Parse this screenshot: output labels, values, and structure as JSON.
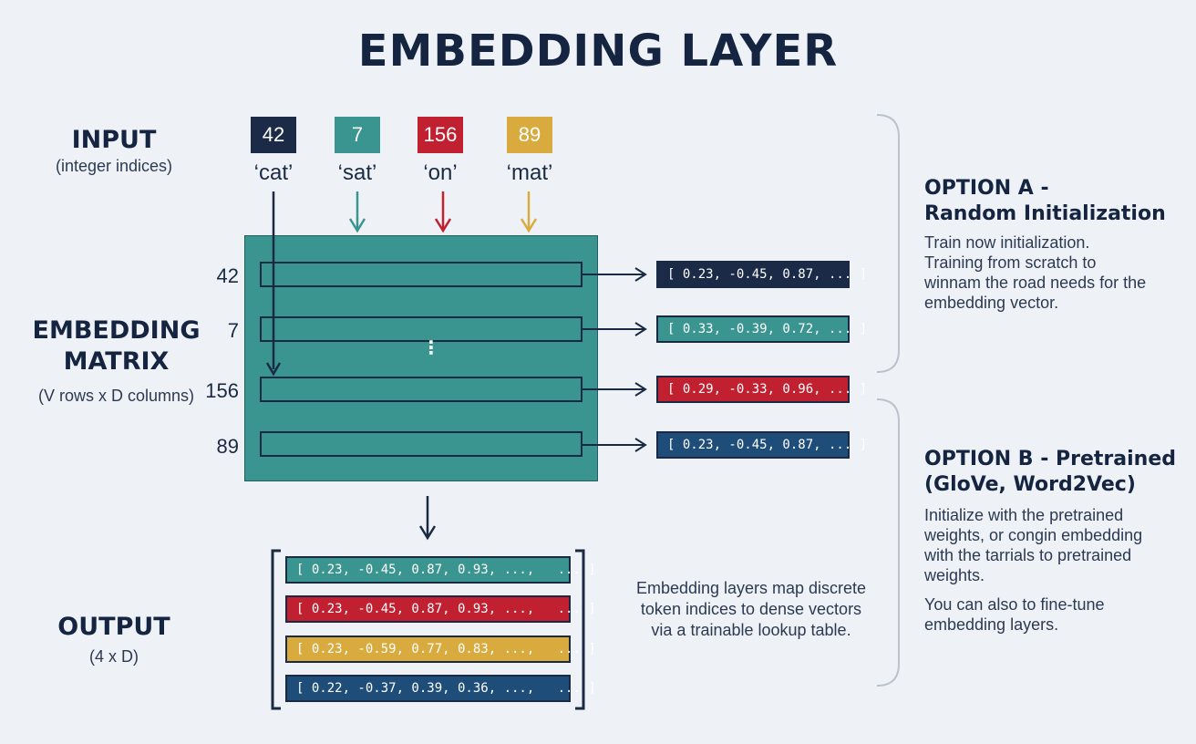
{
  "title": "EMBEDDING LAYER",
  "input": {
    "title": "INPUT",
    "subtitle": "(integer indices)",
    "tokens": [
      {
        "index": "42",
        "word": "‘cat’",
        "color": "#1b2a47"
      },
      {
        "index": "7",
        "word": "‘sat’",
        "color": "#3a9590"
      },
      {
        "index": "156",
        "word": "‘on’",
        "color": "#c0202f"
      },
      {
        "index": "89",
        "word": "‘mat’",
        "color": "#d9ab3f"
      }
    ]
  },
  "matrix": {
    "title_line1": "EMBEDDING",
    "title_line2": "MATRIX",
    "subtitle": "(V rows x D columns)",
    "row_labels": [
      "42",
      "7",
      "156",
      "89"
    ],
    "dots": "⋮",
    "vectors": [
      {
        "text": "[ 0.23, -0.45, 0.87, ... ]",
        "color": "#1b2a47"
      },
      {
        "text": "[ 0.33, -0.39, 0.72, ... ]",
        "color": "#3a9590"
      },
      {
        "text": "[ 0.29, -0.33, 0.96, ... ]",
        "color": "#c0202f"
      },
      {
        "text": "[ 0.23, -0.45, 0.87, ... ]",
        "color": "#1f4d7a"
      }
    ]
  },
  "output": {
    "title": "OUTPUT",
    "subtitle": "(4 x D)",
    "vectors": [
      {
        "text": "[ 0.23, -0.45, 0.87, 0.93, ...,   ... ]",
        "color": "#3a9590"
      },
      {
        "text": "[ 0.23, -0.45, 0.87, 0.93, ...,   ... ]",
        "color": "#c0202f"
      },
      {
        "text": "[ 0.23, -0.59, 0.77, 0.83, ...,   ... ]",
        "color": "#d9ab3f"
      },
      {
        "text": "[ 0.22, -0.37, 0.39, 0.36, ...,   ... ]",
        "color": "#1f4d7a"
      }
    ]
  },
  "caption": {
    "line1": "Embedding layers map discrete",
    "line2": "token indices to dense vectors",
    "line3": "via a trainable lookup table."
  },
  "option_a": {
    "title_line1": "OPTION A -",
    "title_line2": "Random Initialization",
    "body": [
      "Train now initialization.",
      "Training from scratch to",
      "winnam the road needs for the",
      "embedding vector."
    ]
  },
  "option_b": {
    "title_line1": "OPTION B - Pretrained",
    "title_line2": "(GloVe, Word2Vec)",
    "body": [
      "Initialize with the pretrained",
      "weights, or congin embedding",
      "with the tarrials to pretrained",
      "weights."
    ],
    "body2": [
      "You can also to fine-tune",
      "embedding layers."
    ]
  }
}
